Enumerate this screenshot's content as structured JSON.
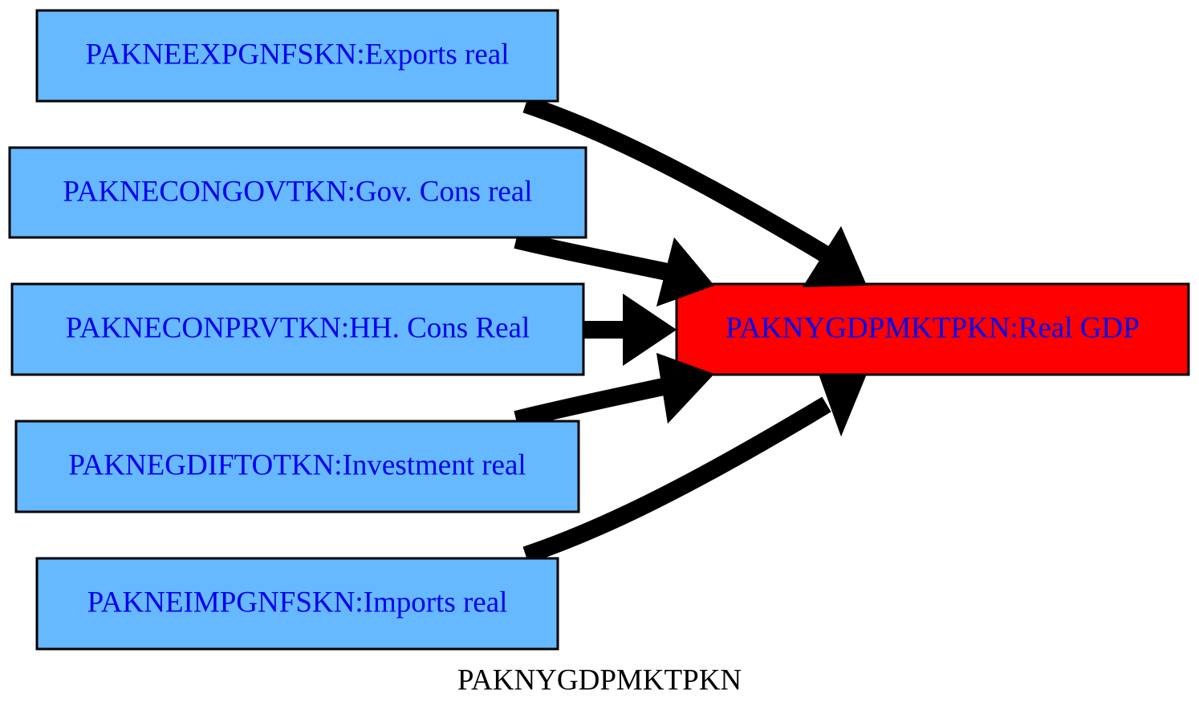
{
  "diagram": {
    "caption": "PAKNYGDPMKTPKN",
    "colors": {
      "source_fill": "#66b8ff",
      "target_fill": "#ff0000",
      "label_text": "#0000ee",
      "border": "#000000",
      "edge": "#000000",
      "caption_text": "#000000"
    },
    "sources": [
      {
        "id": "PAKNEEXPGNFSKN",
        "label": "PAKNEEXPGNFSKN:Exports real"
      },
      {
        "id": "PAKNECONGOVTKN",
        "label": "PAKNECONGOVTKN:Gov. Cons real"
      },
      {
        "id": "PAKNECONPRVTKN",
        "label": "PAKNECONPRVTKN:HH. Cons Real"
      },
      {
        "id": "PAKNEGDIFTOTKN",
        "label": "PAKNEGDIFTOTKN:Investment real"
      },
      {
        "id": "PAKNEIMPGNFSKN",
        "label": "PAKNEIMPGNFSKN:Imports real"
      }
    ],
    "target": {
      "id": "PAKNYGDPMKTPKN",
      "label": "PAKNYGDPMKTPKN:Real GDP"
    },
    "edges": [
      {
        "from": "PAKNEEXPGNFSKN",
        "to": "PAKNYGDPMKTPKN"
      },
      {
        "from": "PAKNECONGOVTKN",
        "to": "PAKNYGDPMKTPKN"
      },
      {
        "from": "PAKNECONPRVTKN",
        "to": "PAKNYGDPMKTPKN"
      },
      {
        "from": "PAKNEGDIFTOTKN",
        "to": "PAKNYGDPMKTPKN"
      },
      {
        "from": "PAKNEIMPGNFSKN",
        "to": "PAKNYGDPMKTPKN"
      }
    ]
  }
}
